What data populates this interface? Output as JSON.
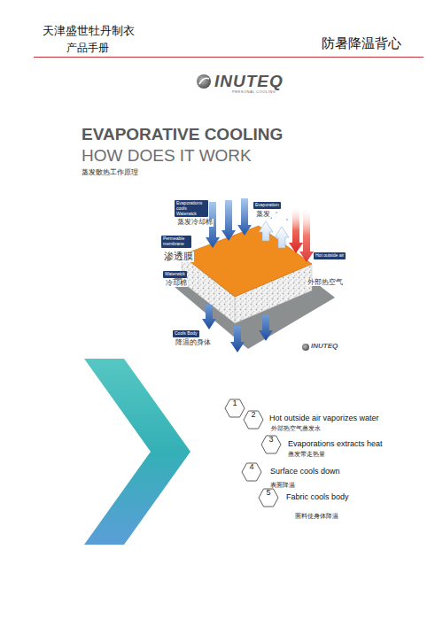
{
  "diagram": {
    "title": "EVAPORATIVE COOLING",
    "nodes": [
      {
        "text": [
          "Evaporations cools Waterwick",
          "蒸发冷却棉"
        ]
      },
      {
        "text": [
          "Evaporation",
          "蒸发"
        ]
      },
      {
        "text": [
          "Permeable membrane",
          "渗透膜"
        ]
      },
      {
        "text": [
          "Hot outside air",
          "外部热空气"
        ]
      },
      {
        "text": [
          "Waterwick",
          "冷却棉"
        ]
      },
      {
        "text": [
          "Cools Body",
          "降温的身体"
        ]
      },
      {
        "text": [
          "1"
        ]
      },
      {
        "text": [
          "2"
        ]
      },
      {
        "text": [
          "3"
        ]
      },
      {
        "text": [
          "4"
        ]
      },
      {
        "text": [
          "5"
        ]
      }
    ],
    "labels": [
      "天津盛世牡丹制衣",
      "产品手册",
      "防暑降温背心",
      "INUTEQ",
      "PERSONAL COOLING",
      "HOW DOES IT WORK",
      "蒸发散热工作原理",
      "INUTEQ",
      "Hot outside air vaporizes water",
      "外部热空气蒸发水",
      "Evaporations extracts heat",
      "蒸发带走热量",
      "Surface cools down",
      "表面降温",
      "Fabric cools body",
      "面料使身体降温"
    ]
  }
}
